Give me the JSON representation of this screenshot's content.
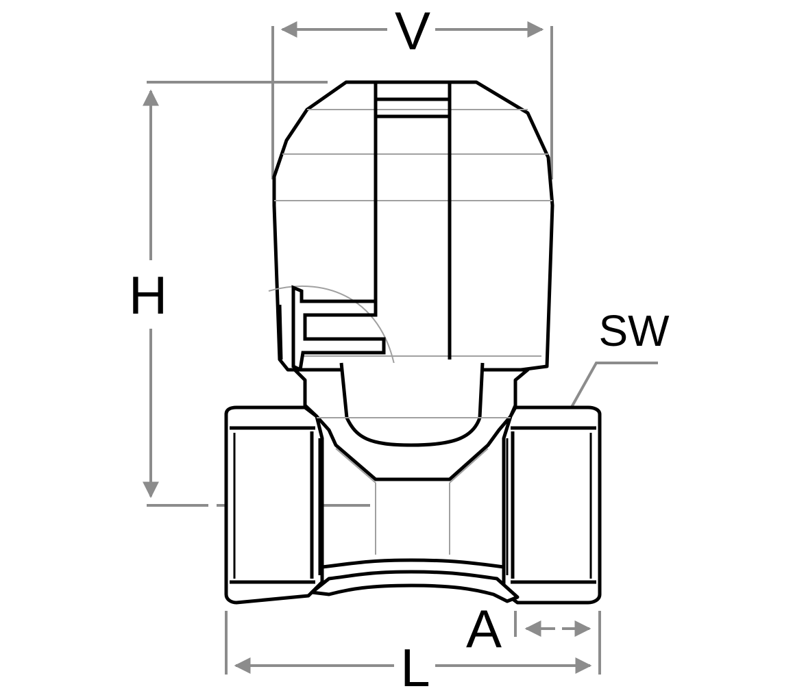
{
  "labels": {
    "v": "V",
    "h": "H",
    "sw": "SW",
    "a": "A",
    "l": "L"
  },
  "colors": {
    "outline": "#000000",
    "dimension": "#8c8c8c",
    "inner_line": "#a0a0a0",
    "background": "#ffffff"
  }
}
